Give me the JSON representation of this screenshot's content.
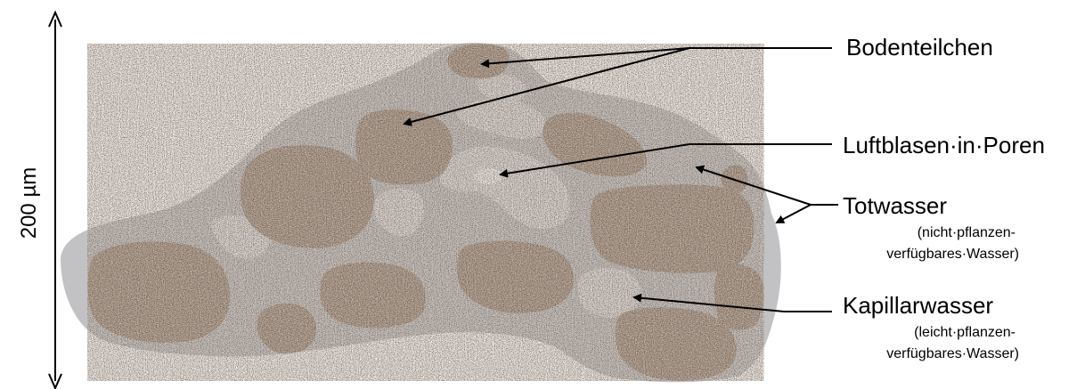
{
  "scale": {
    "label": "200 µm"
  },
  "labels": {
    "bodenteilchen": "Bodenteilchen",
    "luftblasen": "Luftblasen·in·Poren",
    "totwasser": "Totwasser",
    "totwasser_sub1": "(nicht·pflanzen-",
    "totwasser_sub2": "verfügbares·Wasser)",
    "kapillarwasser": "Kapillarwasser",
    "kapillarwasser_sub1": "(leicht·pflanzen-",
    "kapillarwasser_sub2": "verfügbares·Wasser)"
  },
  "colors": {
    "soil_matrix": "#c2c2c4",
    "capillary_water": "#e2e2e4",
    "air_bubble": "#ffffff",
    "particle_base": "#9a8472",
    "particle_light": "#d8cabe",
    "particle_dark": "#4e4036",
    "arrow": "#000000"
  }
}
